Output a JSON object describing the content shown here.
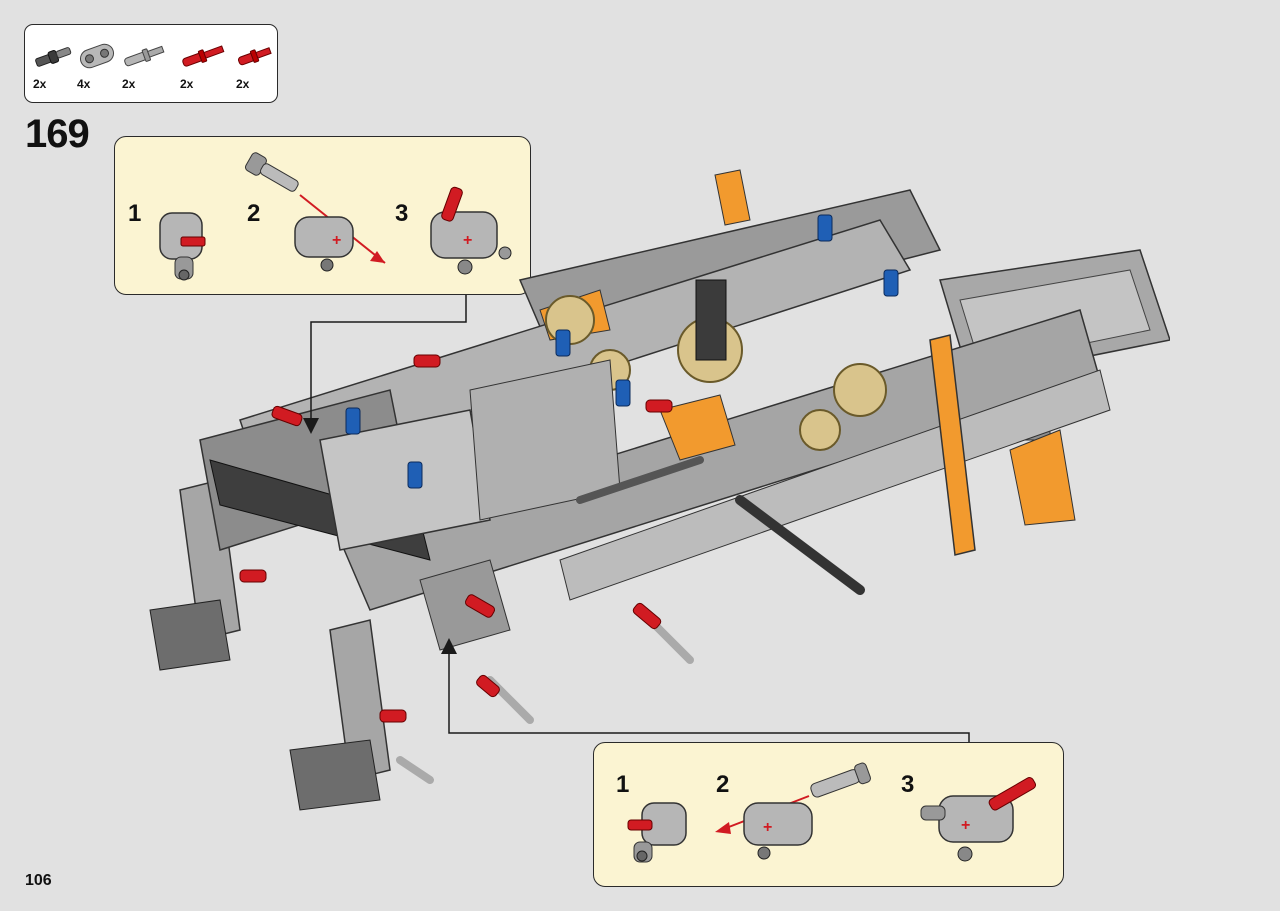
{
  "parts": [
    {
      "icon": "black-axle-connector-icon",
      "qty": "2x"
    },
    {
      "icon": "grey-liftarm-icon",
      "qty": "4x"
    },
    {
      "icon": "grey-axle-pin-icon",
      "qty": "2x"
    },
    {
      "icon": "red-axle-pin-long-icon",
      "qty": "2x"
    },
    {
      "icon": "red-axle-pin-short-icon",
      "qty": "2x"
    }
  ],
  "step_number": "169",
  "top_callout": {
    "sub1": "1",
    "sub2": "2",
    "sub3": "3"
  },
  "bottom_callout": {
    "sub1": "1",
    "sub2": "2",
    "sub3": "3"
  },
  "page_number": "106",
  "colors": {
    "background": "#e1e1e1",
    "callout_fill": "#fbf4d2",
    "part_grey": "#a9a9a9",
    "part_dark": "#3b3b3b",
    "part_red": "#c8101a",
    "part_orange": "#f29a2e",
    "part_tan": "#d9c48c",
    "part_blue": "#1f5fb5"
  }
}
